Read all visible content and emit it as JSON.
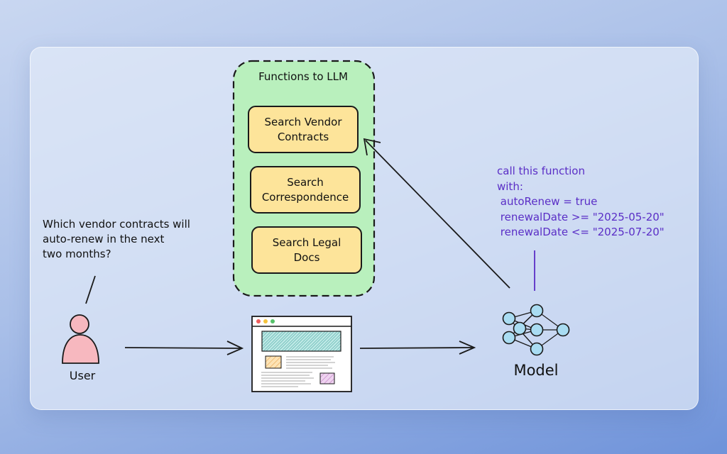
{
  "panel": {
    "title": "Functions to LLM"
  },
  "functions": [
    {
      "label": "Search Vendor\nContracts"
    },
    {
      "label": "Search\nCorrespondence"
    },
    {
      "label": "Search Legal\nDocs"
    }
  ],
  "user": {
    "label": "User",
    "question": "Which vendor contracts will\nauto-renew in the next\ntwo months?"
  },
  "model": {
    "label": "Model",
    "call": "call this function\nwith:\n autoRenew = true\n renewalDate >= \"2025-05-20\"\n renewalDate <= \"2025-07-20\""
  },
  "colors": {
    "panel_fill": "#b9f0bd",
    "function_fill": "#fde49a",
    "call_text": "#5a2ec6",
    "user_fill": "#f7b8bf",
    "node_fill": "#a9dcf2",
    "browser_banner": "#9fdcd8"
  },
  "icons": {
    "user": "user-icon",
    "app": "browser-window-icon",
    "model": "neural-network-icon"
  }
}
